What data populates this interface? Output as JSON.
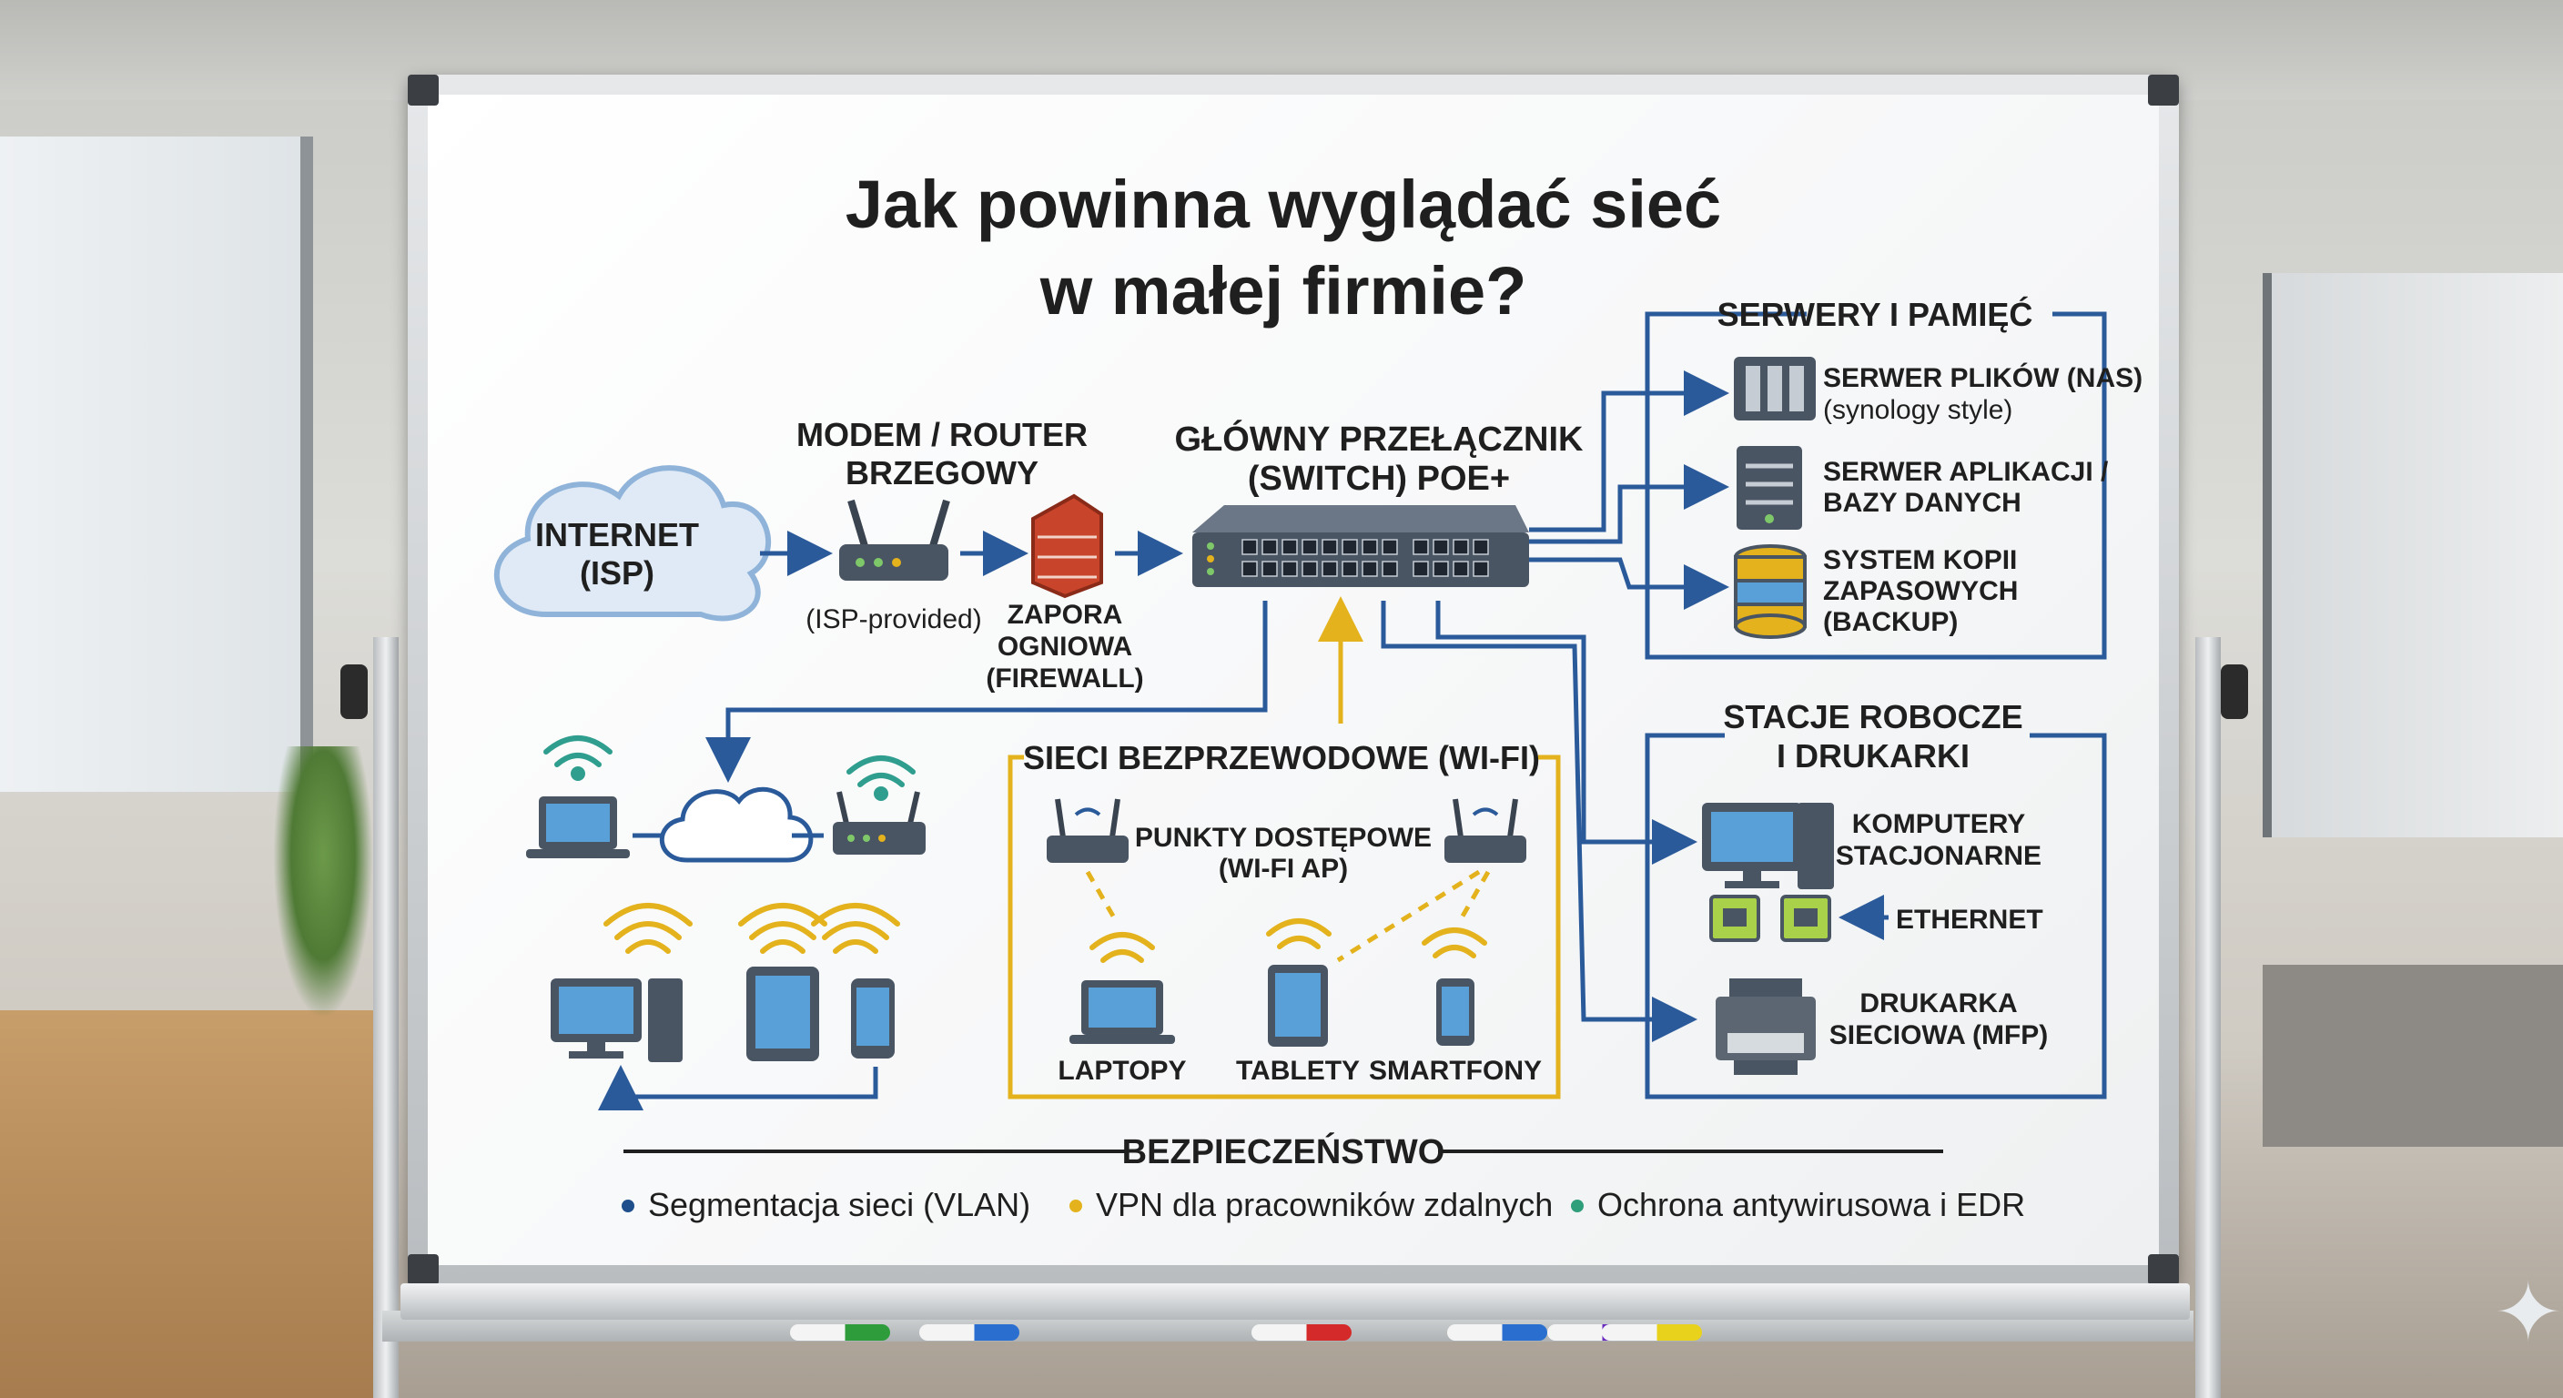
{
  "title": {
    "line1": "Jak powinna wyglądać sieć",
    "line2": "w małej firmie?"
  },
  "internet": {
    "line1": "INTERNET",
    "line2": "(ISP)"
  },
  "modem": {
    "line1": "MODEM / ROUTER",
    "line2": "BRZEGOWY",
    "note": "(ISP-provided)"
  },
  "firewall": {
    "line1": "ZAPORA",
    "line2": "OGNIOWA",
    "line3": "(FIREWALL)"
  },
  "switch": {
    "line1": "GŁÓWNY PRZEŁĄCZNIK",
    "line2": "(SWITCH) POE+"
  },
  "servers": {
    "heading": "SERWERY I PAMIĘĆ",
    "nas": {
      "line1": "SERWER PLIKÓW (NAS)",
      "line2": "(synology style)"
    },
    "app": {
      "line1": "SERWER APLIKACJI /",
      "line2": "BAZY DANYCH"
    },
    "backup": {
      "line1": "SYSTEM KOPII",
      "line2": "ZAPASOWYCH",
      "line3": "(BACKUP)"
    }
  },
  "workstations": {
    "heading1": "STACJE ROBOCZE",
    "heading2": "I DRUKARKI",
    "pc": {
      "line1": "KOMPUTERY",
      "line2": "STACJONARNE"
    },
    "ethernet": "ETHERNET",
    "printer": {
      "line1": "DRUKARKA",
      "line2": "SIECIOWA (MFP)"
    }
  },
  "wifi": {
    "heading": "SIECI BEZPRZEWODOWE (WI-FI)",
    "ap": {
      "line1": "PUNKTY DOSTĘPOWE",
      "line2": "(WI-FI AP)"
    },
    "laptops": "LAPTOPY",
    "tablets": "TABLETY",
    "phones": "SMARTFONY"
  },
  "security": {
    "heading": "BEZPIECZEŃSTWO",
    "items": [
      {
        "label": "Segmentacja sieci (VLAN)",
        "color": "#1f4e8c"
      },
      {
        "label": "VPN dla pracowników zdalnych",
        "color": "#e3b21c"
      },
      {
        "label": "Ochrona antywirusowa i EDR",
        "color": "#2f9e7a"
      }
    ]
  },
  "colors": {
    "blue": "#2a5a9a",
    "yellow": "#e3b21c",
    "teal": "#2f9e8e",
    "ink": "#1f1f1f",
    "device": "#4a5563",
    "screen": "#5aa0d8",
    "brick": "#c8452c",
    "cloud": "#cfe0f2",
    "green": "#a9d24a"
  },
  "markers": [
    "#222222",
    "#2e9c3a",
    "#2a6fd0",
    "#d42a2a",
    "#2a6fd0",
    "#6a2ac0",
    "#e9d21c"
  ]
}
